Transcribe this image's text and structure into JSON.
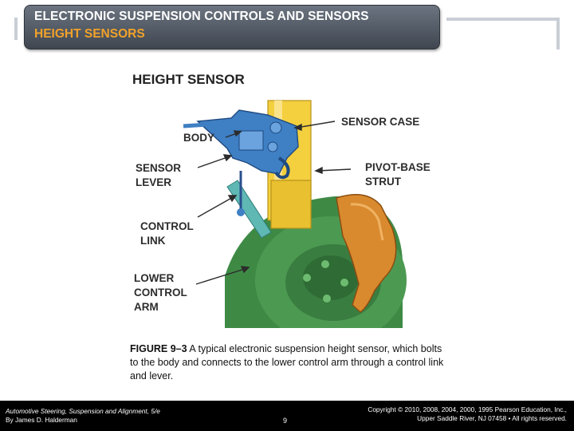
{
  "header": {
    "title_line1": "ELECTRONIC SUSPENSION CONTROLS AND SENSORS",
    "title_line2": "HEIGHT SENSORS"
  },
  "figure": {
    "heading": "HEIGHT SENSOR",
    "labels": {
      "body": "BODY",
      "sensor_case": "SENSOR CASE",
      "sensor_lever_1": "SENSOR",
      "sensor_lever_2": "LEVER",
      "pivot_base_1": "PIVOT-BASE",
      "pivot_base_2": "STRUT",
      "control_link_1": "CONTROL",
      "control_link_2": "LINK",
      "lower_arm_1": "LOWER",
      "lower_arm_2": "CONTROL",
      "lower_arm_3": "ARM"
    }
  },
  "caption": {
    "number": "FIGURE 9–3",
    "text": " A typical electronic suspension height sensor, which bolts to the body and connects to the lower control arm through a control link and lever."
  },
  "footer": {
    "book_title": "Automotive Steering, Suspension and Alignment, 5/e",
    "author": "By James D. Halderman",
    "page": "9",
    "copyright_line1": "Copyright © 2010, 2008, 2004, 2000, 1995 Pearson Education, Inc.,",
    "copyright_line2": "Upper Saddle River, NJ 07458 • All rights reserved."
  },
  "colors": {
    "title_text": "#ffffff",
    "subtitle_text": "#f2a22a",
    "strut": "#f4cf3e",
    "sensor": "#3f7fc4",
    "rotor": "#3e8a45",
    "caliper": "#d98a2e"
  }
}
